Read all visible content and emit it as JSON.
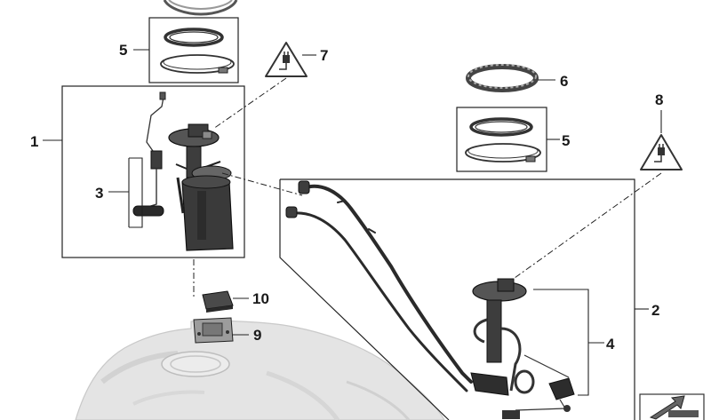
{
  "callouts": {
    "c1": "1",
    "c2": "2",
    "c3": "3",
    "c4": "4",
    "c5a": "5",
    "c5b": "5",
    "c6": "6",
    "c7": "7",
    "c8": "8",
    "c9": "9",
    "c10": "10"
  },
  "icons": {
    "warning_symbol": "warning-triangle-plug-icon",
    "info_symbol": "note-arrow-icon"
  },
  "colors": {
    "line": "#222222",
    "part_dark": "#3d3d3d",
    "tank_fill": "#e4e4e4",
    "background": "#ffffff"
  }
}
